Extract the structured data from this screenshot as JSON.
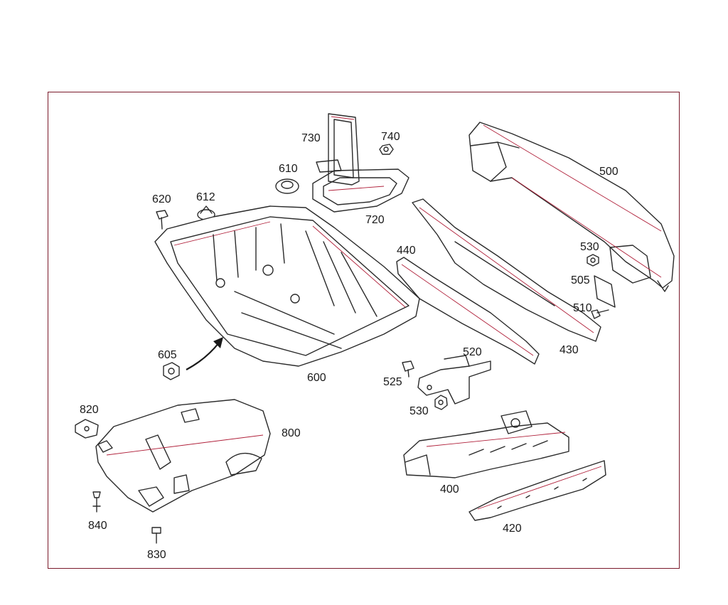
{
  "diagram": {
    "border_color": "#7a1a2a",
    "accent_color": "#b0203a",
    "callouts": [
      {
        "id": "730",
        "text": "730"
      },
      {
        "id": "740",
        "text": "740"
      },
      {
        "id": "610",
        "text": "610"
      },
      {
        "id": "720",
        "text": "720"
      },
      {
        "id": "500",
        "text": "500"
      },
      {
        "id": "620",
        "text": "620"
      },
      {
        "id": "612",
        "text": "612"
      },
      {
        "id": "440",
        "text": "440"
      },
      {
        "id": "530a",
        "text": "530"
      },
      {
        "id": "505",
        "text": "505"
      },
      {
        "id": "510",
        "text": "510"
      },
      {
        "id": "605",
        "text": "605"
      },
      {
        "id": "520",
        "text": "520"
      },
      {
        "id": "430",
        "text": "430"
      },
      {
        "id": "600",
        "text": "600"
      },
      {
        "id": "525",
        "text": "525"
      },
      {
        "id": "530b",
        "text": "530"
      },
      {
        "id": "820",
        "text": "820"
      },
      {
        "id": "800",
        "text": "800"
      },
      {
        "id": "400",
        "text": "400"
      },
      {
        "id": "840",
        "text": "840"
      },
      {
        "id": "420",
        "text": "420"
      },
      {
        "id": "830",
        "text": "830"
      }
    ]
  }
}
